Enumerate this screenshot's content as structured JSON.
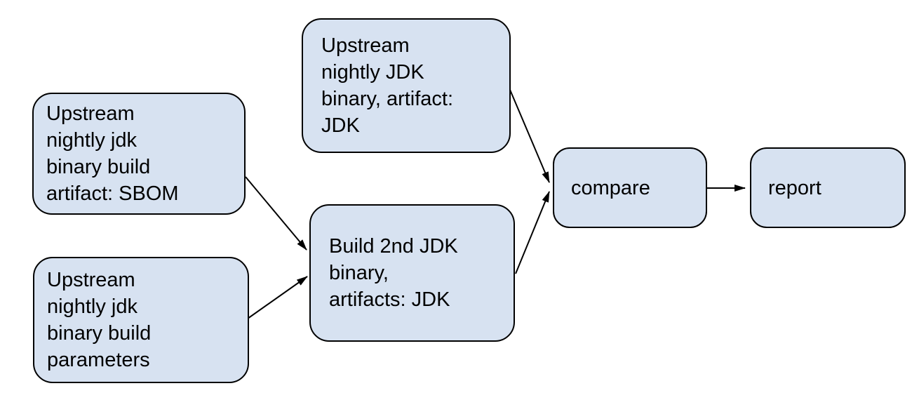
{
  "diagram": {
    "type": "flowchart",
    "colors": {
      "background": "#ffffff",
      "node_fill": "#d7e2f1",
      "node_border": "#000000",
      "text": "#000000",
      "edge": "#000000"
    },
    "nodes": {
      "upstream_sbom": {
        "label": "Upstream\nnightly jdk\nbinary build\nartifact: SBOM"
      },
      "build_parameters": {
        "label": "Upstream\nnightly jdk\nbinary build\nparameters"
      },
      "upstream_jdk_binary": {
        "label": "Upstream\nnightly JDK\nbinary, artifact:\nJDK"
      },
      "build_2nd_jdk": {
        "label": "Build 2nd JDK\nbinary,\nartifacts: JDK"
      },
      "compare": {
        "label": "compare"
      },
      "report": {
        "label": "report"
      }
    },
    "edges": [
      {
        "from": "upstream_sbom",
        "to": "build_2nd_jdk"
      },
      {
        "from": "build_parameters",
        "to": "build_2nd_jdk"
      },
      {
        "from": "upstream_jdk_binary",
        "to": "compare"
      },
      {
        "from": "build_2nd_jdk",
        "to": "compare"
      },
      {
        "from": "compare",
        "to": "report"
      }
    ]
  }
}
